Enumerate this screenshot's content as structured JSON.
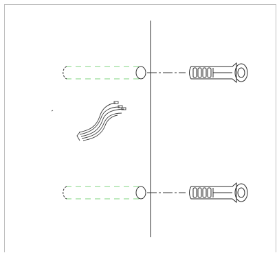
{
  "diagram": {
    "kind": "wall-anchor installation drawing",
    "colors": {
      "frame": "#bdbdbd",
      "line": "#2a2a2a",
      "hole_guide": "#7cd67c",
      "center_dash": "#333333",
      "wire": "#3a3a3a"
    },
    "parts": [
      {
        "name": "upper-anchor-assembly",
        "elements": [
          "drill-hole",
          "center-line",
          "wall-plug"
        ]
      },
      {
        "name": "lower-anchor-assembly",
        "elements": [
          "drill-hole",
          "center-line",
          "wall-plug"
        ]
      },
      {
        "name": "wire-bundle"
      }
    ],
    "icons": [
      "wall-line",
      "wall-plug-icon",
      "wire-bundle-icon"
    ]
  }
}
